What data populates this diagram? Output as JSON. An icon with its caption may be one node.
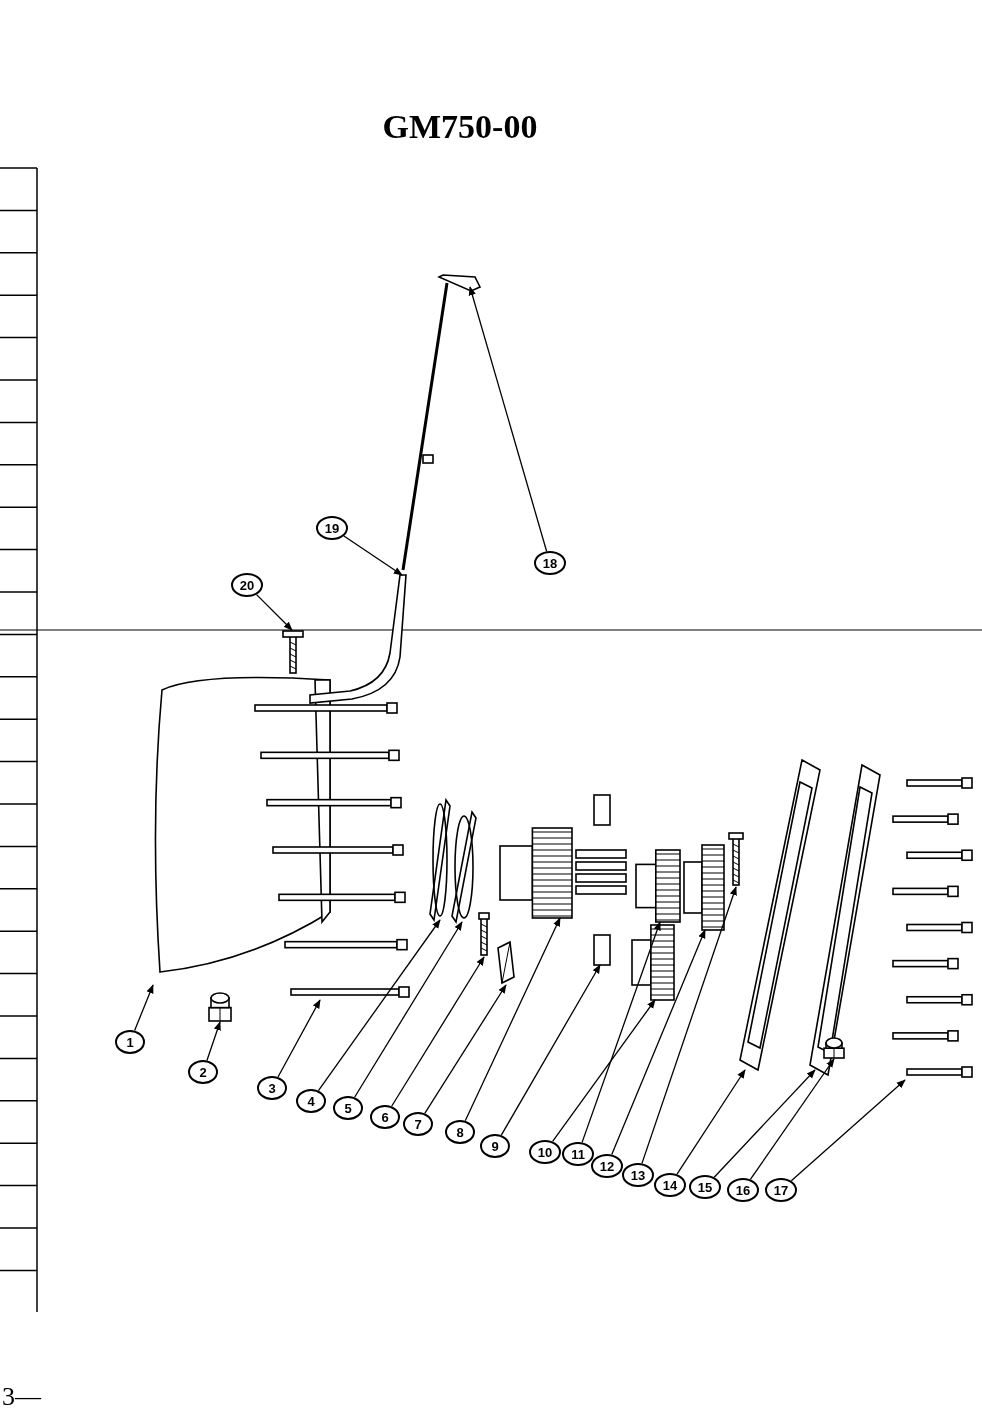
{
  "diagram": {
    "title": "GM750-00",
    "nodes": [
      {
        "text": [
          "1"
        ]
      },
      {
        "text": [
          "2"
        ]
      },
      {
        "text": [
          "3"
        ]
      },
      {
        "text": [
          "4"
        ]
      },
      {
        "text": [
          "5"
        ]
      },
      {
        "text": [
          "6"
        ]
      },
      {
        "text": [
          "7"
        ]
      },
      {
        "text": [
          "8"
        ]
      },
      {
        "text": [
          "9"
        ]
      },
      {
        "text": [
          "10"
        ]
      },
      {
        "text": [
          "11"
        ]
      },
      {
        "text": [
          "12"
        ]
      },
      {
        "text": [
          "13"
        ]
      },
      {
        "text": [
          "14"
        ]
      },
      {
        "text": [
          "15"
        ]
      },
      {
        "text": [
          "16"
        ]
      },
      {
        "text": [
          "17"
        ]
      },
      {
        "text": [
          "18"
        ]
      },
      {
        "text": [
          "19"
        ]
      },
      {
        "text": [
          "20"
        ]
      },
      {
        "text": [],
        "shape": "picture"
      },
      {
        "text": [],
        "shape": "picture"
      },
      {
        "text": [],
        "shape": "picture"
      },
      {
        "text": [],
        "shape": "picture"
      },
      {
        "text": [],
        "shape": "picture"
      },
      {
        "text": [],
        "shape": "picture"
      },
      {
        "text": [],
        "shape": "picture"
      },
      {
        "text": [],
        "shape": "picture"
      },
      {
        "text": [],
        "shape": "picture"
      },
      {
        "text": [],
        "shape": "picture"
      },
      {
        "text": [],
        "shape": "picture"
      },
      {
        "text": [],
        "shape": "picture"
      },
      {
        "text": [],
        "shape": "picture"
      },
      {
        "text": [],
        "shape": "picture"
      },
      {
        "text": [],
        "shape": "picture"
      },
      {
        "text": [],
        "shape": "picture"
      },
      {
        "text": [],
        "shape": "picture"
      },
      {
        "text": [],
        "shape": "picture"
      },
      {
        "text": [],
        "shape": "picture"
      },
      {
        "text": [],
        "shape": "picture"
      }
    ],
    "edges": [
      {
        "from": 0,
        "to": 20,
        "arrow": "to"
      },
      {
        "from": 1,
        "to": 21,
        "arrow": "to"
      },
      {
        "from": 2,
        "to": 22,
        "arrow": "to"
      },
      {
        "from": 3,
        "to": 23,
        "arrow": "to"
      },
      {
        "from": 4,
        "to": 24,
        "arrow": "to"
      },
      {
        "from": 5,
        "to": 25,
        "arrow": "to"
      },
      {
        "from": 6,
        "to": 26,
        "arrow": "to"
      },
      {
        "from": 7,
        "to": 27,
        "arrow": "to"
      },
      {
        "from": 8,
        "to": 28,
        "arrow": "to"
      },
      {
        "from": 9,
        "to": 29,
        "arrow": "to"
      },
      {
        "from": 10,
        "to": 30,
        "arrow": "to"
      },
      {
        "from": 11,
        "to": 31,
        "arrow": "to"
      },
      {
        "from": 12,
        "to": 32,
        "arrow": "to"
      },
      {
        "from": 13,
        "to": 33,
        "arrow": "to"
      },
      {
        "from": 14,
        "to": 34,
        "arrow": "to"
      },
      {
        "from": 15,
        "to": 35,
        "arrow": "to"
      },
      {
        "from": 16,
        "to": 36,
        "arrow": "to"
      },
      {
        "from": 17,
        "to": 37,
        "arrow": "to"
      },
      {
        "from": 18,
        "to": 38,
        "arrow": "to"
      },
      {
        "from": 19,
        "to": 39,
        "arrow": "to"
      }
    ],
    "labels": [
      "3—"
    ]
  }
}
